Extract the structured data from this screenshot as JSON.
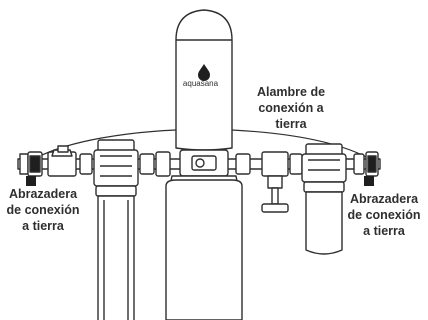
{
  "diagram": {
    "brand": "aquasana",
    "labels": {
      "ground_wire": "Alambre de\nconexión a\ntierra",
      "ground_clamp_left": "Abrazadera\nde conexión\na tierra",
      "ground_clamp_right": "Abrazadera\nde conexión\na tierra"
    },
    "colors": {
      "stroke": "#2f2f2f",
      "fill": "#ffffff",
      "dark_part": "#1f1f1f"
    }
  }
}
